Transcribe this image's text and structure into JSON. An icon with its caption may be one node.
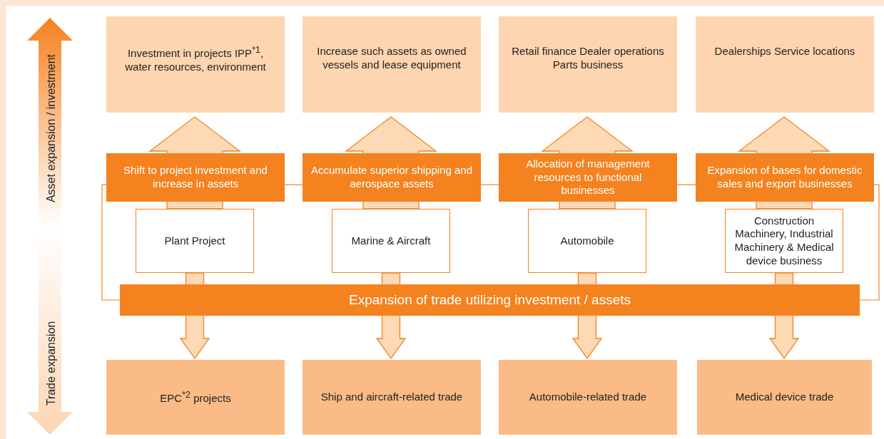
{
  "diagram": {
    "nodes": [
      {
        "text": [
          "Investment in projects IPP$^{*1}$, water resources, environment"
        ]
      },
      {
        "text": [
          "Increase such assets as owned vessels and lease equipment"
        ]
      },
      {
        "text": [
          "Retail finance Dealer operations Parts business"
        ]
      },
      {
        "text": [
          "Dealerships Service locations"
        ]
      },
      {
        "text": [
          "Shift to project investment and increase in assets"
        ]
      },
      {
        "text": [
          "Accumulate superior shipping and aerospace assets"
        ]
      },
      {
        "text": [
          "Allocation of management resources to functional businesses"
        ]
      },
      {
        "text": [
          "Expansion of bases for domestic sales and export businesses"
        ]
      },
      {
        "text": [
          "Plant Project"
        ]
      },
      {
        "text": [
          "Marine & Aircraft"
        ]
      },
      {
        "text": [
          "Automobile"
        ]
      },
      {
        "text": [
          "Construction Machinery, Industrial Machinery & Medical device business"
        ]
      },
      {
        "text": [
          "Expansion of trade utilizing investment / assets"
        ]
      },
      {
        "text": [
          "EPC$^{*2}$ projects"
        ]
      },
      {
        "text": [
          "Ship and aircraft-related trade"
        ]
      },
      {
        "text": [
          "Automobile-related trade"
        ]
      },
      {
        "text": [
          "Medical device trade"
        ]
      }
    ],
    "edges": [
      {
        "from": 8,
        "to": 0,
        "arrow": "to",
        "style": "thick"
      },
      {
        "from": 9,
        "to": 1,
        "arrow": "to",
        "style": "thick"
      },
      {
        "from": 10,
        "to": 2,
        "arrow": "to",
        "style": "thick"
      },
      {
        "from": 11,
        "to": 3,
        "arrow": "to",
        "style": "thick"
      },
      {
        "from": 8,
        "to": 13,
        "arrow": "to",
        "style": "thick"
      },
      {
        "from": 9,
        "to": 14,
        "arrow": "to",
        "style": "thick"
      },
      {
        "from": 10,
        "to": 15,
        "arrow": "to",
        "style": "thick"
      },
      {
        "from": 11,
        "to": 16,
        "arrow": "to",
        "style": "thick"
      },
      {
        "from": 4,
        "to": 5,
        "arrow": "none"
      },
      {
        "from": 5,
        "to": 6,
        "arrow": "none"
      },
      {
        "from": 6,
        "to": 7,
        "arrow": "none"
      },
      {
        "from": 4,
        "to": 12,
        "arrow": "none"
      },
      {
        "from": 7,
        "to": 12,
        "arrow": "none"
      }
    ],
    "labels": [
      "Asset expansion / investment",
      "Trade expansion"
    ]
  }
}
